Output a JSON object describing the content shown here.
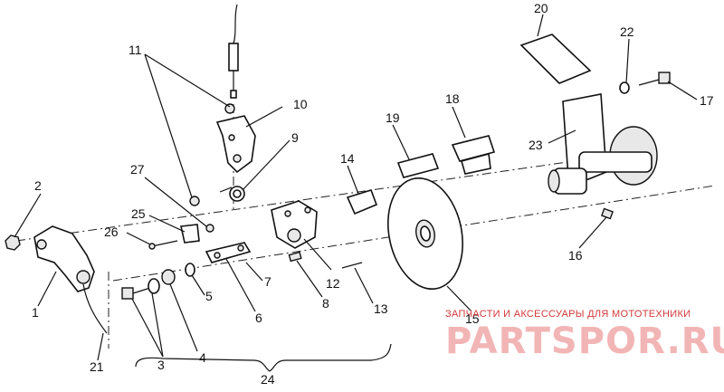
{
  "part_numbers": [
    "1",
    "2",
    "3",
    "4",
    "5",
    "6",
    "7",
    "8",
    "9",
    "10",
    "11",
    "12",
    "13",
    "14",
    "15",
    "16",
    "17",
    "18",
    "19",
    "20",
    "21",
    "22",
    "23",
    "24",
    "25",
    "26",
    "27"
  ],
  "watermark": {
    "tagline": "ЗАПЧАСТИ И АКСЕССУАРЫ ДЛЯ МОТОТЕХНИКИ",
    "brand": "PARTSPOR.RU"
  }
}
